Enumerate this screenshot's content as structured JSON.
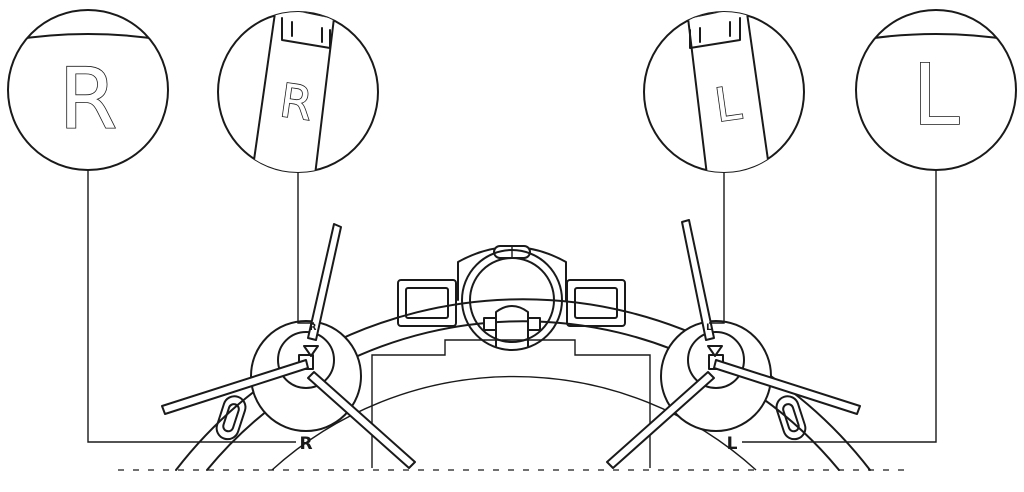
{
  "diagram": {
    "zoom_right_large": "R",
    "zoom_right_brush": "R",
    "zoom_left_brush": "L",
    "zoom_left_large": "L",
    "label_right": "R",
    "label_left": "L",
    "brush_mark_right": "R",
    "brush_mark_left": "L"
  }
}
